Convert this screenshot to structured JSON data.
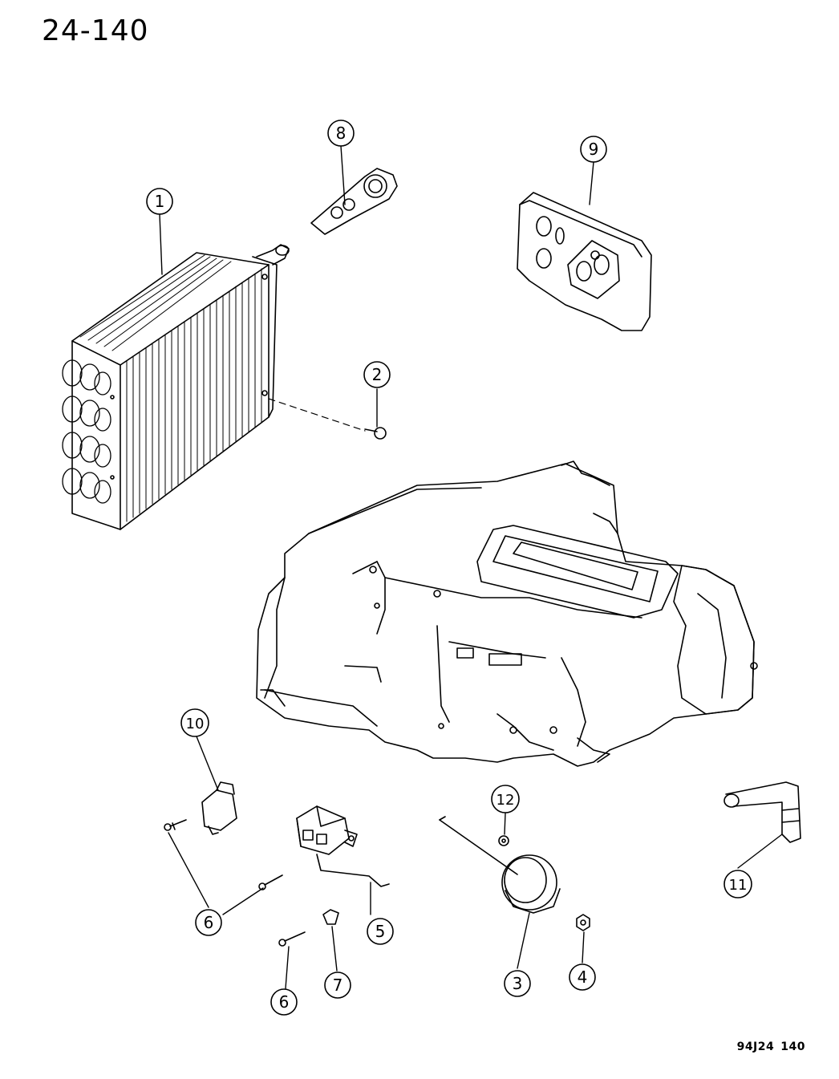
{
  "page_code": "24-140",
  "figure_code": [
    "94J24",
    "140"
  ],
  "callouts": [
    {
      "id": "1",
      "label": "1"
    },
    {
      "id": "2",
      "label": "2"
    },
    {
      "id": "3",
      "label": "3"
    },
    {
      "id": "4",
      "label": "4"
    },
    {
      "id": "5",
      "label": "5"
    },
    {
      "id": "6a",
      "label": "6"
    },
    {
      "id": "6b",
      "label": "6"
    },
    {
      "id": "7",
      "label": "7"
    },
    {
      "id": "8",
      "label": "8"
    },
    {
      "id": "9",
      "label": "9"
    },
    {
      "id": "10",
      "label": "10"
    },
    {
      "id": "11",
      "label": "11"
    },
    {
      "id": "12",
      "label": "12"
    }
  ]
}
